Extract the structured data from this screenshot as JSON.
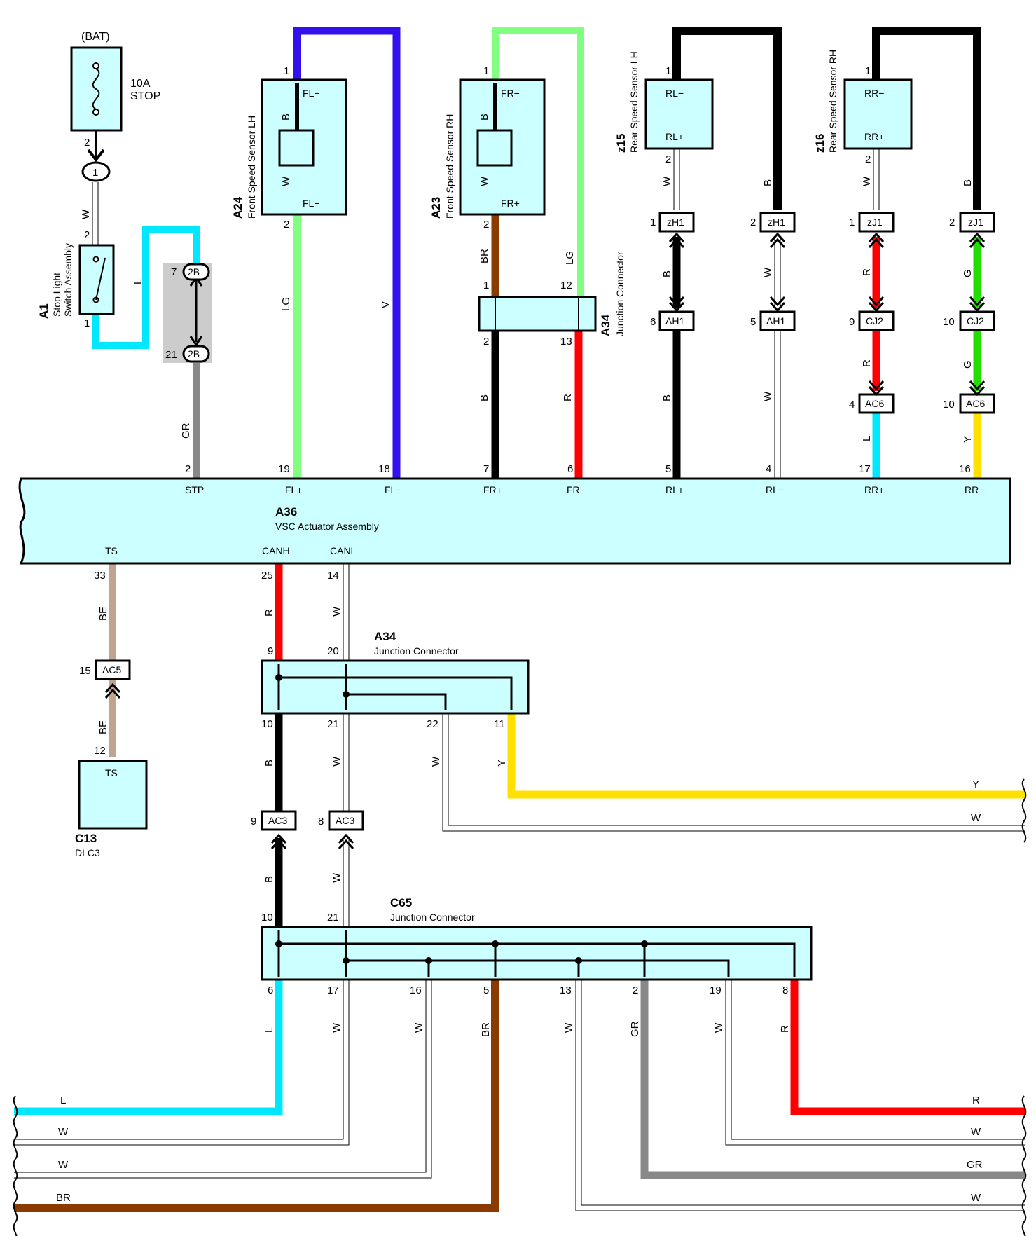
{
  "colors": {
    "box_fill": "#ccffff",
    "cyan": "#00e8ff",
    "light_green": "#80ff80",
    "violet": "#3311ee",
    "brown": "#8b3a00",
    "black": "#000000",
    "red": "#ff0000",
    "green": "#22dd00",
    "yellow": "#ffe000",
    "beige": "#bfa58f",
    "gray": "#888888",
    "shade": "#cccccc"
  },
  "fuse": {
    "source": "(BAT)",
    "rating": "10A",
    "name": "STOP",
    "pin": "2",
    "junction": "1"
  },
  "components": {
    "a1": {
      "code": "A1",
      "name": "Stop Light",
      "name2": "Switch Assembly"
    },
    "a24": {
      "code": "A24",
      "name": "Front Speed Sensor LH"
    },
    "a23": {
      "code": "A23",
      "name": "Front Speed Sensor RH"
    },
    "z15": {
      "code": "z15",
      "name": "Rear Speed Sensor LH"
    },
    "z16": {
      "code": "z16",
      "name": "Rear Speed Sensor RH"
    },
    "a34_top": {
      "code": "A34",
      "name": "Junction Connector"
    },
    "a36": {
      "code": "A36",
      "name": "VSC Actuator Assembly"
    },
    "a34": {
      "code": "A34",
      "name": "Junction Connector"
    },
    "c65": {
      "code": "C65",
      "name": "Junction Connector"
    },
    "c13": {
      "code": "C13",
      "name": "DLC3",
      "terminal": "TS"
    }
  },
  "a36_terminals": {
    "top": [
      "STP",
      "FL+",
      "FL−",
      "FR+",
      "FR−",
      "RL+",
      "RL−",
      "RR+",
      "RR−"
    ],
    "top_pins": [
      "2",
      "19",
      "18",
      "7",
      "6",
      "5",
      "4",
      "17",
      "16"
    ],
    "bottom": [
      "TS",
      "CANH",
      "CANL"
    ],
    "bottom_pins": [
      "33",
      "25",
      "14"
    ]
  },
  "sensor_labels": {
    "fl_minus": "FL−",
    "fl_plus": "FL+",
    "fr_minus": "FR−",
    "fr_plus": "FR+",
    "rl_minus": "RL−",
    "rl_plus": "RL+",
    "rr_minus": "RR−",
    "rr_plus": "RR+"
  },
  "connector_codes": {
    "two_b": "2B",
    "zh1": "zH1",
    "ah1": "AH1",
    "zj1": "zJ1",
    "cj2": "CJ2",
    "ac6": "AC6",
    "ac5": "AC5",
    "ac3": "AC3"
  },
  "wire_codes": {
    "W": "W",
    "L": "L",
    "GR": "GR",
    "B": "B",
    "LG": "LG",
    "V": "V",
    "BR": "BR",
    "R": "R",
    "G": "G",
    "Y": "Y",
    "BE": "BE"
  },
  "pins": {
    "one": "1",
    "two": "2",
    "four": "4",
    "five": "5",
    "six": "6",
    "seven": "7",
    "eight": "8",
    "nine": "9",
    "ten": "10",
    "eleven": "11",
    "twelve": "12",
    "thirteen": "13",
    "fifteen": "15",
    "sixteen": "16",
    "seventeen": "17",
    "nineteen": "19",
    "twenty": "20",
    "twentyone": "21",
    "twentytwo": "22"
  }
}
